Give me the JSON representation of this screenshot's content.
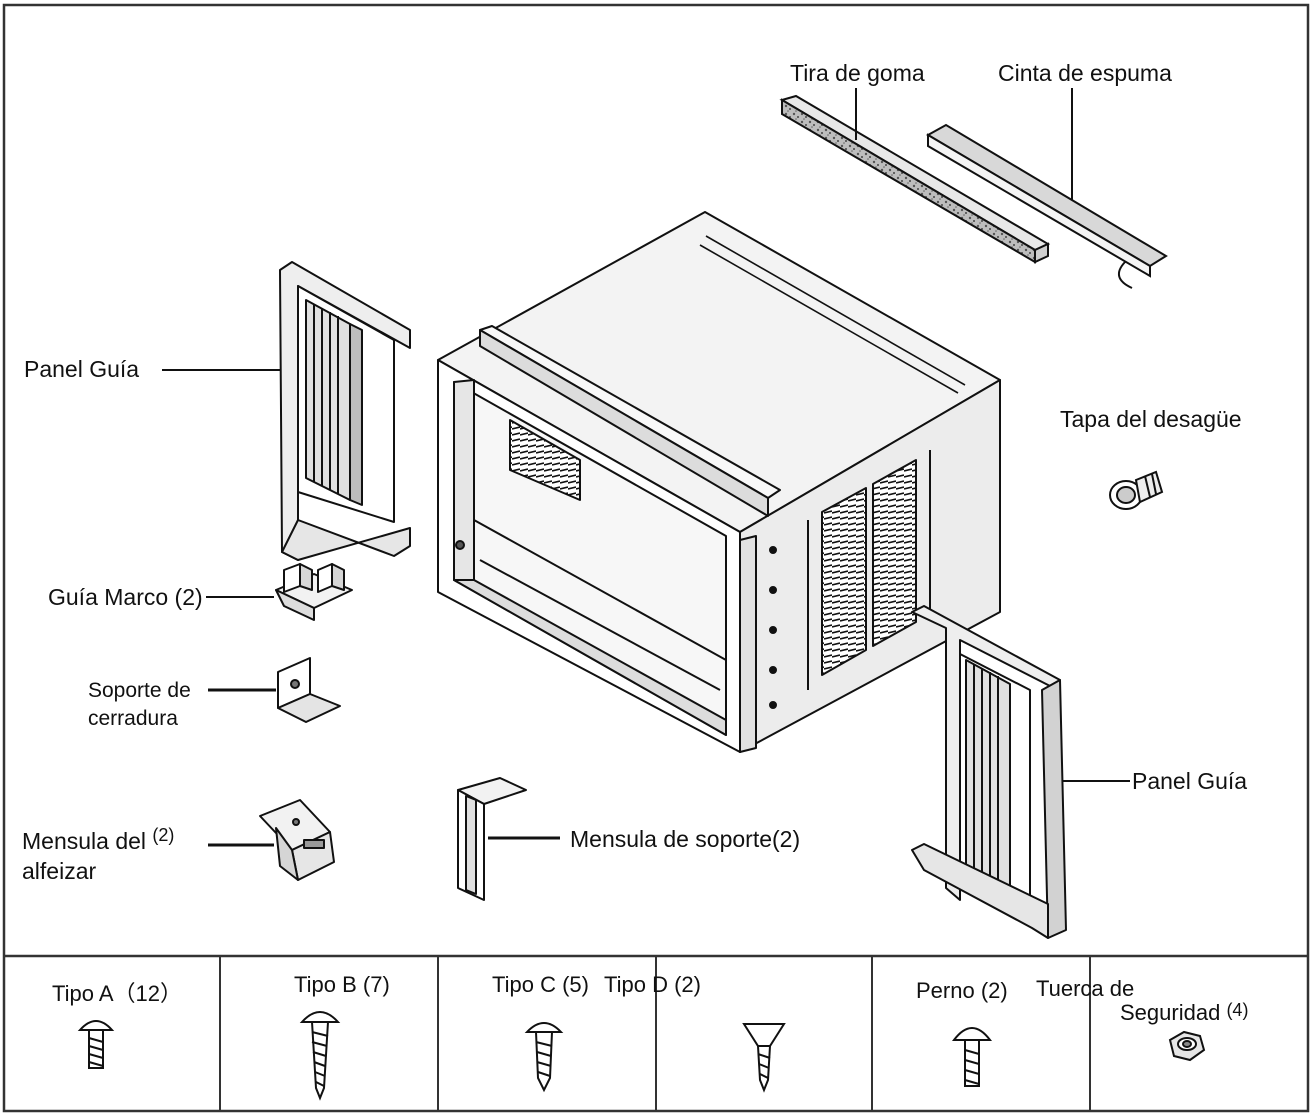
{
  "diagram": {
    "labels": {
      "rubber_strip": "Tira de goma",
      "foam_tape": "Cinta de espuma",
      "guide_panel_left": "Panel Guía",
      "drain_cap": "Tapa del desagüe",
      "frame_guide": "Guía Marco",
      "frame_guide_qty": "(2)",
      "lock_bracket_line1": "Soporte de",
      "lock_bracket_line2": "cerradura",
      "guide_panel_right": "Panel Guía",
      "sill_bracket_line1": "Mensula del",
      "sill_bracket_qty": "(2)",
      "sill_bracket_line2": "alfeizar",
      "support_bracket": "Mensula de soporte(2)"
    },
    "hardware": {
      "type_a": "Tipo A（12）",
      "type_b": "Tipo B (7)",
      "type_c": "Tipo C (5)",
      "type_d": "Tipo D (2)",
      "bolt": "Perno (2)",
      "nut_line1": "Tuerca de",
      "nut_line2": "Seguridad",
      "nut_qty": "(4)"
    }
  },
  "colors": {
    "line": "#111111",
    "fill_light": "#f2f2f2",
    "fill_mid": "#d9d9d9",
    "fill_dark": "#9a9a9a"
  }
}
